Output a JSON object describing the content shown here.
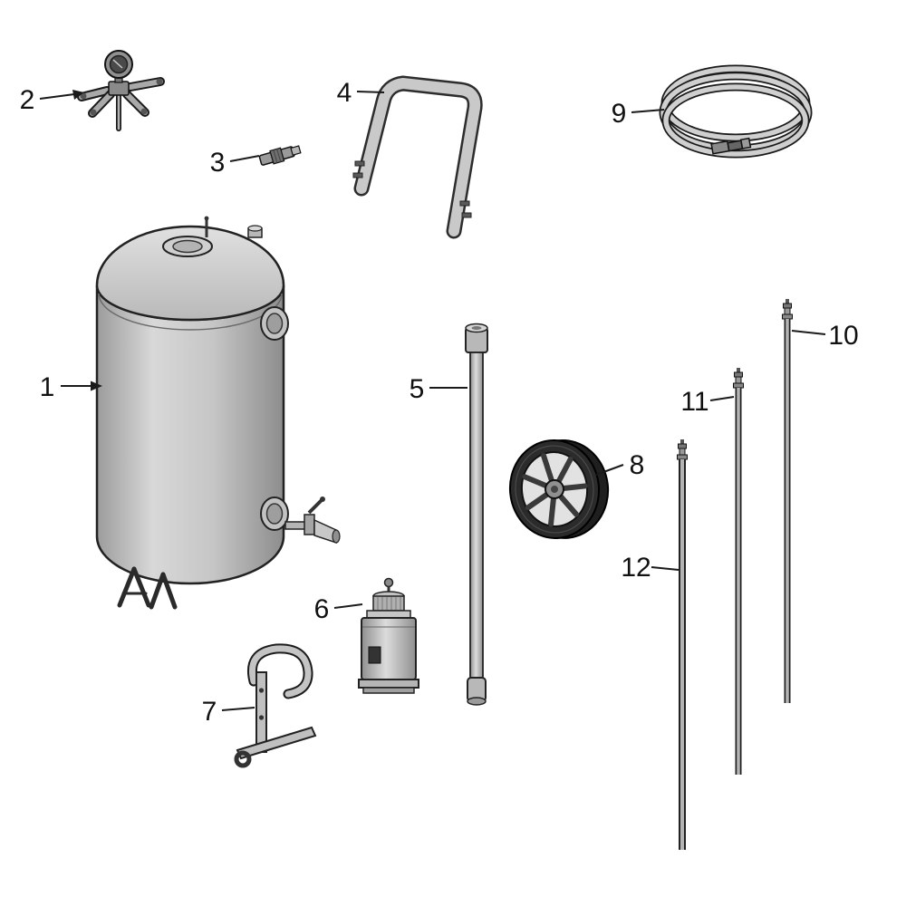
{
  "diagram": {
    "type": "exploded-parts-diagram",
    "background": "#ffffff",
    "ink_color": "#1a1a1a",
    "metal_fill": "#c9c9c9",
    "callouts": [
      {
        "label": "1",
        "part": "tank"
      },
      {
        "label": "2",
        "part": "valve-manifold"
      },
      {
        "label": "3",
        "part": "hose-nipple"
      },
      {
        "label": "4",
        "part": "handle"
      },
      {
        "label": "5",
        "part": "tube"
      },
      {
        "label": "6",
        "part": "pump-canister"
      },
      {
        "label": "7",
        "part": "bracket"
      },
      {
        "label": "8",
        "part": "wheel"
      },
      {
        "label": "9",
        "part": "hose-coil"
      },
      {
        "label": "10",
        "part": "lance-rod-long"
      },
      {
        "label": "11",
        "part": "lance-rod-medium"
      },
      {
        "label": "12",
        "part": "lance-rod-extra-long"
      }
    ]
  }
}
